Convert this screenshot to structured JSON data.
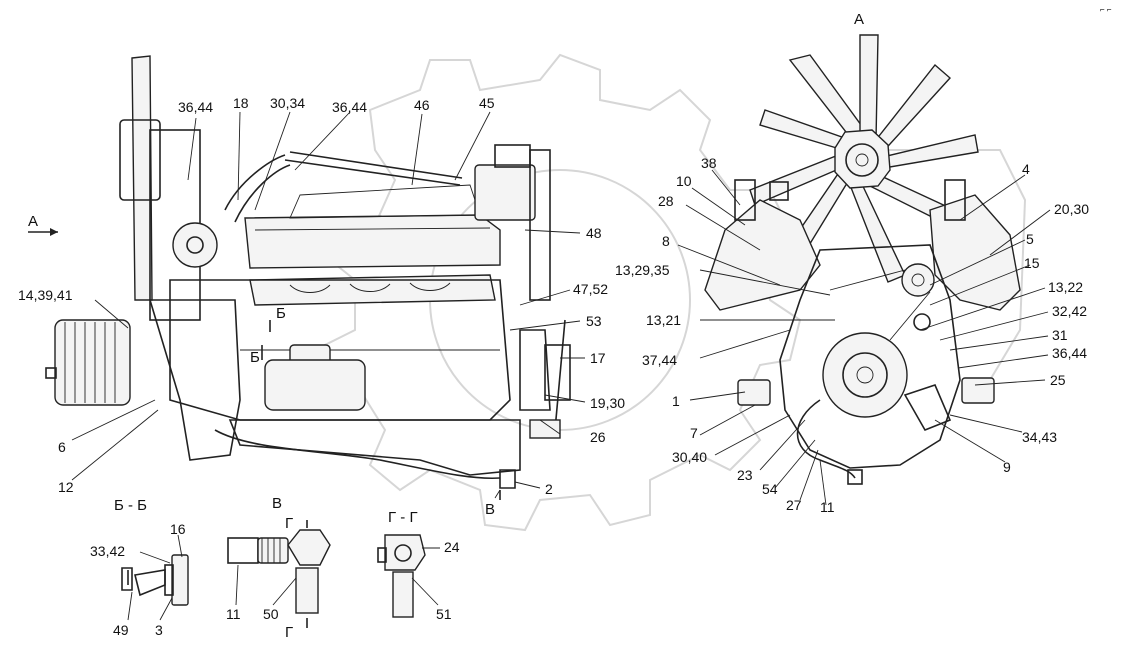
{
  "views": {
    "main_arrow": "А",
    "front_view": "А",
    "section_b": "Б - Б",
    "detail_v": "В",
    "detail_v_ref": "В",
    "section_g": "Г - Г",
    "g_mark_top": "Г",
    "g_mark_bottom": "Г",
    "b_mark_1": "Б",
    "b_mark_2": "Б"
  },
  "callouts": {
    "c_36_44_a": "36,44",
    "c_18": "18",
    "c_30_34": "30,34",
    "c_36_44_b": "36,44",
    "c_46": "46",
    "c_45": "45",
    "c_48": "48",
    "c_14_39_41": "14,39,41",
    "c_47_52": "47,52",
    "c_53": "53",
    "c_17": "17",
    "c_19_30": "19,30",
    "c_26": "26",
    "c_6": "6",
    "c_12": "12",
    "c_2": "2",
    "c_38": "38",
    "c_10": "10",
    "c_28": "28",
    "c_8": "8",
    "c_13_29_35": "13,29,35",
    "c_13_21": "13,21",
    "c_37_44": "37,44",
    "c_1": "1",
    "c_7": "7",
    "c_30_40": "30,40",
    "c_23": "23",
    "c_54": "54",
    "c_27": "27",
    "c_11_a": "11",
    "c_4": "4",
    "c_20_30": "20,30",
    "c_5": "5",
    "c_15": "15",
    "c_13_22": "13,22",
    "c_32_42": "32,42",
    "c_31": "31",
    "c_36_44_c": "36,44",
    "c_25": "25",
    "c_34_43": "34,43",
    "c_9": "9",
    "c_16": "16",
    "c_33_42": "33,42",
    "c_49": "49",
    "c_3": "3",
    "c_11_b": "11",
    "c_50": "50",
    "c_24": "24",
    "c_51": "51"
  }
}
